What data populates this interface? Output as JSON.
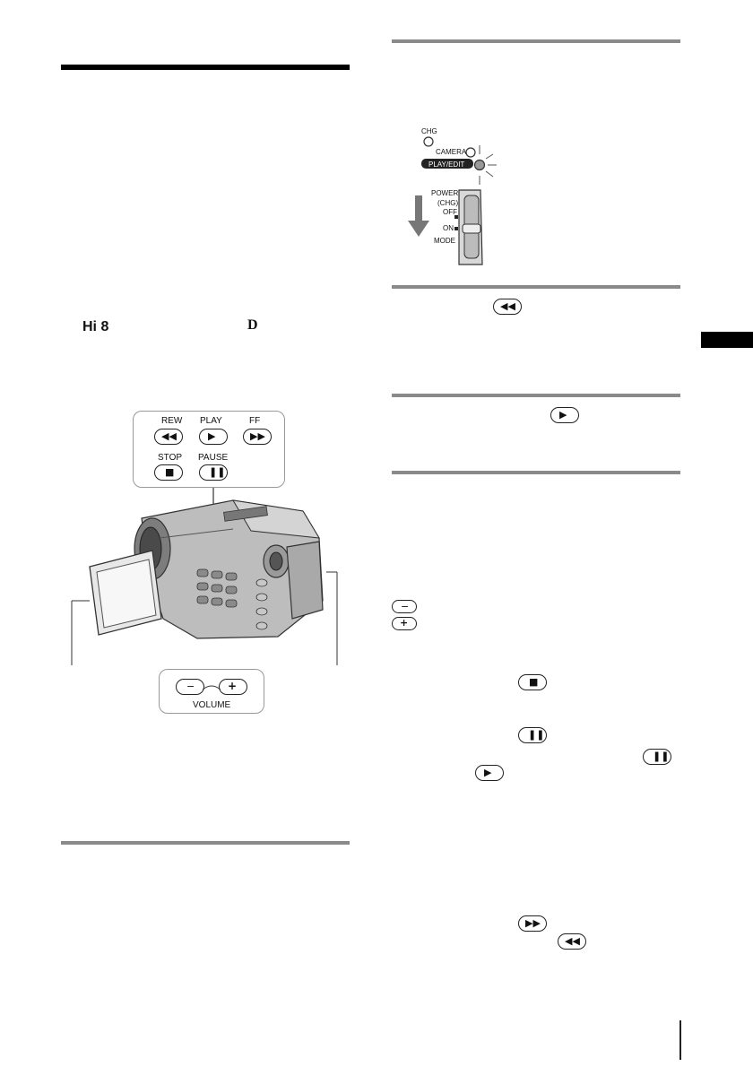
{
  "badges": {
    "hi8": "Hi 8",
    "digital8": "D"
  },
  "panel": {
    "rew": "REW",
    "play": "PLAY",
    "ff": "FF",
    "stop": "STOP",
    "pause": "PAUSE",
    "volume": "VOLUME",
    "minus": "−",
    "plus": "+"
  },
  "switch": {
    "chg": "CHG",
    "camera": "CAMERA",
    "play_edit": "PLAY/EDIT",
    "power": "POWER",
    "chg_paren": "(CHG)",
    "off": "OFF",
    "on": "ON",
    "mode": "MODE"
  },
  "colors": {
    "rule": "#8a8a8a",
    "heading_rule": "#000000",
    "accent_tab": "#000000"
  }
}
